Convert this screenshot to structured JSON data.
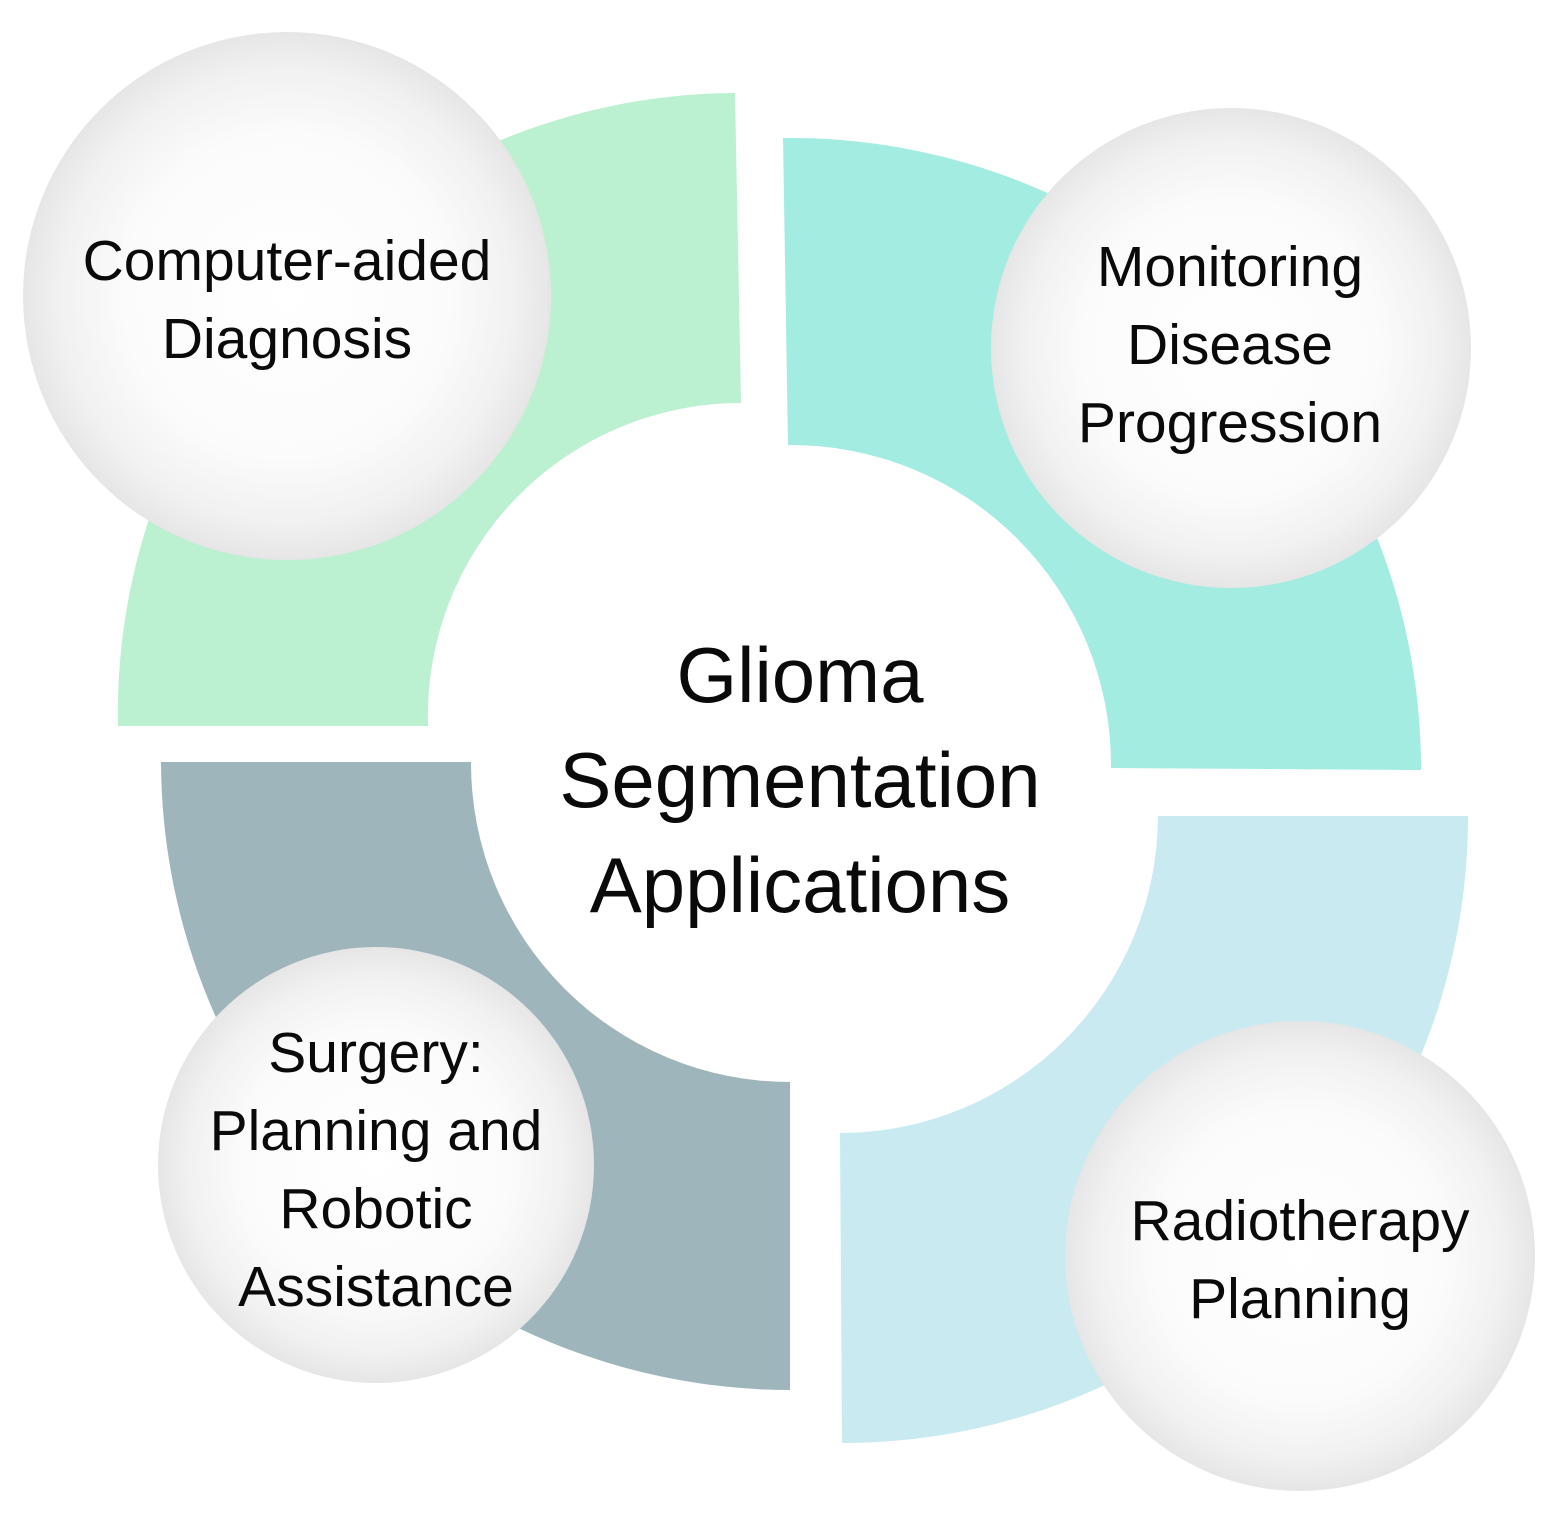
{
  "diagram": {
    "center": {
      "lines": [
        "Glioma",
        "Segmentation",
        "Applications"
      ]
    },
    "nodes": [
      {
        "id": "computer-aided-diagnosis",
        "lines": [
          "Computer-aided",
          "Diagnosis"
        ],
        "segment_color": "#bbf0d1"
      },
      {
        "id": "monitoring-disease-progression",
        "lines": [
          "Monitoring",
          "Disease",
          "Progression"
        ],
        "segment_color": "#a2ece2"
      },
      {
        "id": "radiotherapy-planning",
        "lines": [
          "Radiotherapy",
          "Planning"
        ],
        "segment_color": "#c9eaf0"
      },
      {
        "id": "surgery-planning-robotic-assistance",
        "lines": [
          "Surgery:",
          "Planning and",
          "Robotic",
          "Assistance"
        ],
        "segment_color": "#9eb6bb"
      }
    ]
  }
}
